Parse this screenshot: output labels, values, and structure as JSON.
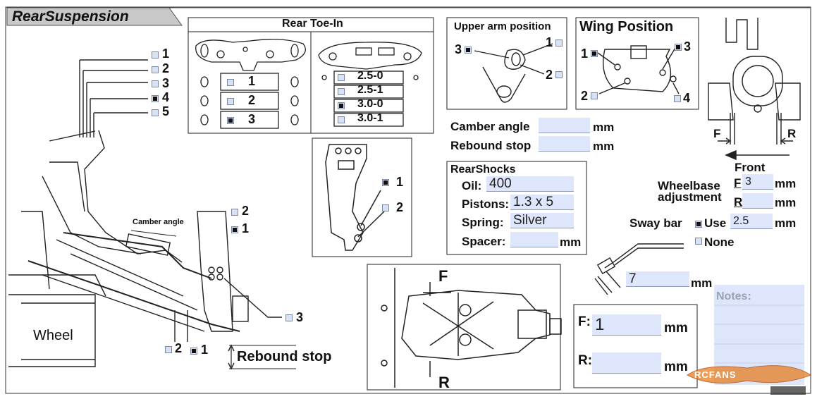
{
  "section_title": "RearSuspension",
  "toe_in": {
    "title": "Rear Toe-In",
    "left_options": [
      {
        "label": "1",
        "checked": false
      },
      {
        "label": "2",
        "checked": false
      },
      {
        "label": "3",
        "checked": true
      }
    ],
    "right_options": [
      {
        "label": "2.5-0",
        "checked": false
      },
      {
        "label": "2.5-1",
        "checked": false
      },
      {
        "label": "3.0-0",
        "checked": true
      },
      {
        "label": "3.0-1",
        "checked": false
      }
    ]
  },
  "upper_arm": {
    "title": "Upper arm position",
    "opt1": "1",
    "opt2": "2",
    "opt3": "3",
    "selected": "3"
  },
  "wing": {
    "title": "Wing Position",
    "opt1": "1",
    "opt2": "2",
    "opt3": "3",
    "opt4": "4",
    "selected": [
      "1",
      "3"
    ]
  },
  "camber": {
    "label": "Camber angle",
    "value": "",
    "unit": "mm"
  },
  "rebound": {
    "label": "Rebound stop",
    "value": "",
    "unit": "mm"
  },
  "shocks": {
    "title": "RearShocks",
    "oil_label": "Oil:",
    "oil": "400",
    "pistons_label": "Pistons:",
    "pistons": "1.3 x 5",
    "spring_label": "Spring:",
    "spring": "Silver",
    "spacer_label": "Spacer:",
    "spacer": "",
    "spacer_unit": "mm"
  },
  "hub_box": {
    "opt1": "1",
    "opt2": "2",
    "selected": "1"
  },
  "wheelbase": {
    "front_label": "Front",
    "label_line1": "Wheelbase",
    "label_line2": "adjustment",
    "f_label": "F",
    "f_value": "3",
    "r_label": "R",
    "r_value": "",
    "unit": "mm",
    "diagram_f": "F",
    "diagram_r": "R"
  },
  "sway_bar": {
    "label": "Sway bar",
    "use_label": "Use",
    "use_checked": true,
    "value": "2.5",
    "unit": "mm",
    "none_label": "None",
    "none_checked": false
  },
  "sway_len": {
    "value": "7",
    "unit": "mm"
  },
  "notes": {
    "label": "Notes:"
  },
  "arm_spacers": {
    "f_label": "F:",
    "f_value": "1",
    "f_unit": "mm",
    "r_label": "R:",
    "r_value": "",
    "r_unit": "mm"
  },
  "lower_arm_diagram": {
    "f": "F",
    "r": "R"
  },
  "shock_tower": {
    "opts": [
      "1",
      "2",
      "3",
      "4",
      "5"
    ],
    "selected": "4"
  },
  "main_diagram": {
    "camber_label": "Camber angle",
    "wheel_label": "Wheel",
    "rebound_label": "Rebound stop",
    "hub_top_1": "1",
    "hub_top_2": "2",
    "hub_side_3": "3",
    "lower_1": "1",
    "lower_2": "2",
    "hub_top_selected": "1",
    "lower_selected": "1"
  },
  "watermark": "RCFANS"
}
